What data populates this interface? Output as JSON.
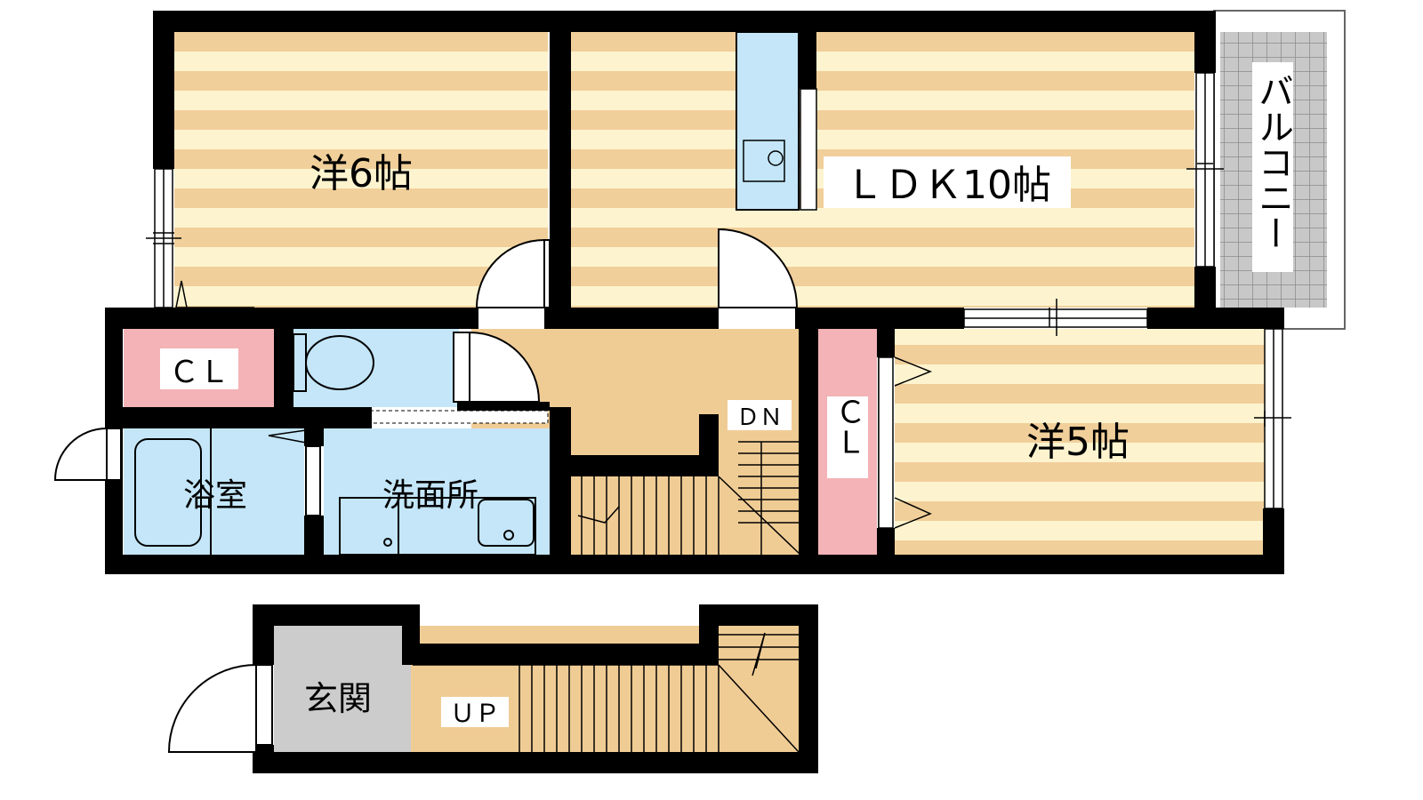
{
  "colors": {
    "background": "#ffffff",
    "wall": "#000000",
    "floor_stripe_tan": "#f1cf9a",
    "floor_stripe_cream": "#fdf4cf",
    "wet_area_blue": "#c4e6f8",
    "closet_pink": "#f4b3b6",
    "hall_tan": "#f0cc95",
    "entrance_gray": "#cccccc",
    "balcony_gray": "#c8c8c8"
  },
  "rooms": {
    "western6": "洋6帖",
    "ldk": "ＬＤＫ10帖",
    "balcony": "バルコニー",
    "western5": "洋5帖",
    "closet_left": "ＣＬ",
    "closet_right": "ＣＬ",
    "bath": "浴室",
    "washroom": "洗面所",
    "entrance": "玄関"
  },
  "stairs": {
    "down": "ＤＮ",
    "up": "ＵＰ"
  },
  "icons": {
    "toilet": "toilet-icon",
    "kitchen": "kitchen-sink-icon",
    "bathtub": "bathtub-icon",
    "wash_basin": "wash-basin-icon",
    "door": "door-swing-icon",
    "window": "window-icon"
  }
}
